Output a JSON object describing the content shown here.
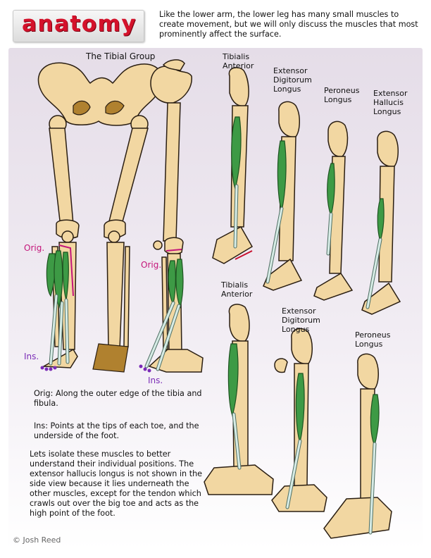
{
  "header": {
    "logo": "anatomy",
    "intro": "Like the lower arm, the lower leg has many small muscles to create movement, but we will only discuss the muscles that most prominently affect the surface."
  },
  "section_title": "The Tibial Group",
  "labels": {
    "orig_front": "Orig.",
    "orig_side": "Orig.",
    "ins_front": "Ins.",
    "ins_side": "Ins.",
    "top_tibialis": "Tibialis\nAnterior",
    "top_extensor_dig": "Extensor\nDigitorum\nLongus",
    "top_peroneus": "Peroneus\nLongus",
    "top_extensor_hal": "Extensor\nHallucis\nLongus",
    "bot_tibialis": "Tibialis\nAnterior",
    "bot_extensor_dig": "Extensor\nDigitorum\nLongus",
    "bot_peroneus": "Peroneus\nLongus"
  },
  "notes": {
    "orig": "Orig:  Along the outer edge of the tibia and fibula.",
    "ins": "Ins:  Points at the tips of each toe, and the underside of the foot.",
    "isolate": "Lets isolate these muscles to better understand their individual positions. The extensor hallucis longus is not shown in the side view because it lies underneath the other muscles, except for the tendon which crawls out over the big toe and acts as the high point of the foot."
  },
  "footer": {
    "copyright": "© Josh Reed"
  },
  "colors": {
    "logo_red": "#d4122b",
    "bone": "#f2d7a2",
    "muscle": "#3d9a45",
    "origin_marker": "#c4157a",
    "insertion_marker": "#7a2bb6",
    "panel_bg": "#e5dde8"
  }
}
